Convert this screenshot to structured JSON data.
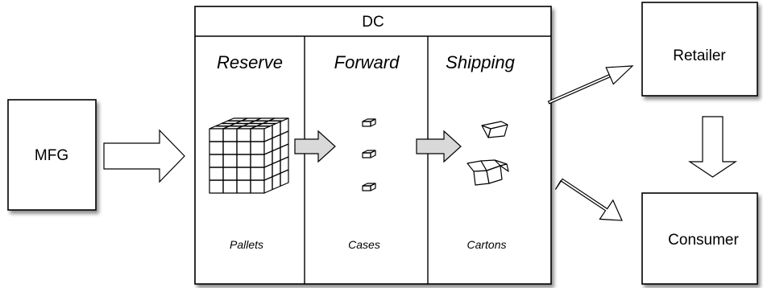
{
  "nodes": {
    "mfg": "MFG",
    "dc": "DC",
    "retailer": "Retailer",
    "consumer": "Consumer"
  },
  "dc_zones": [
    {
      "title": "Reserve",
      "unit": "Pallets"
    },
    {
      "title": "Forward",
      "unit": "Cases"
    },
    {
      "title": "Shipping",
      "unit": "Cartons"
    }
  ]
}
